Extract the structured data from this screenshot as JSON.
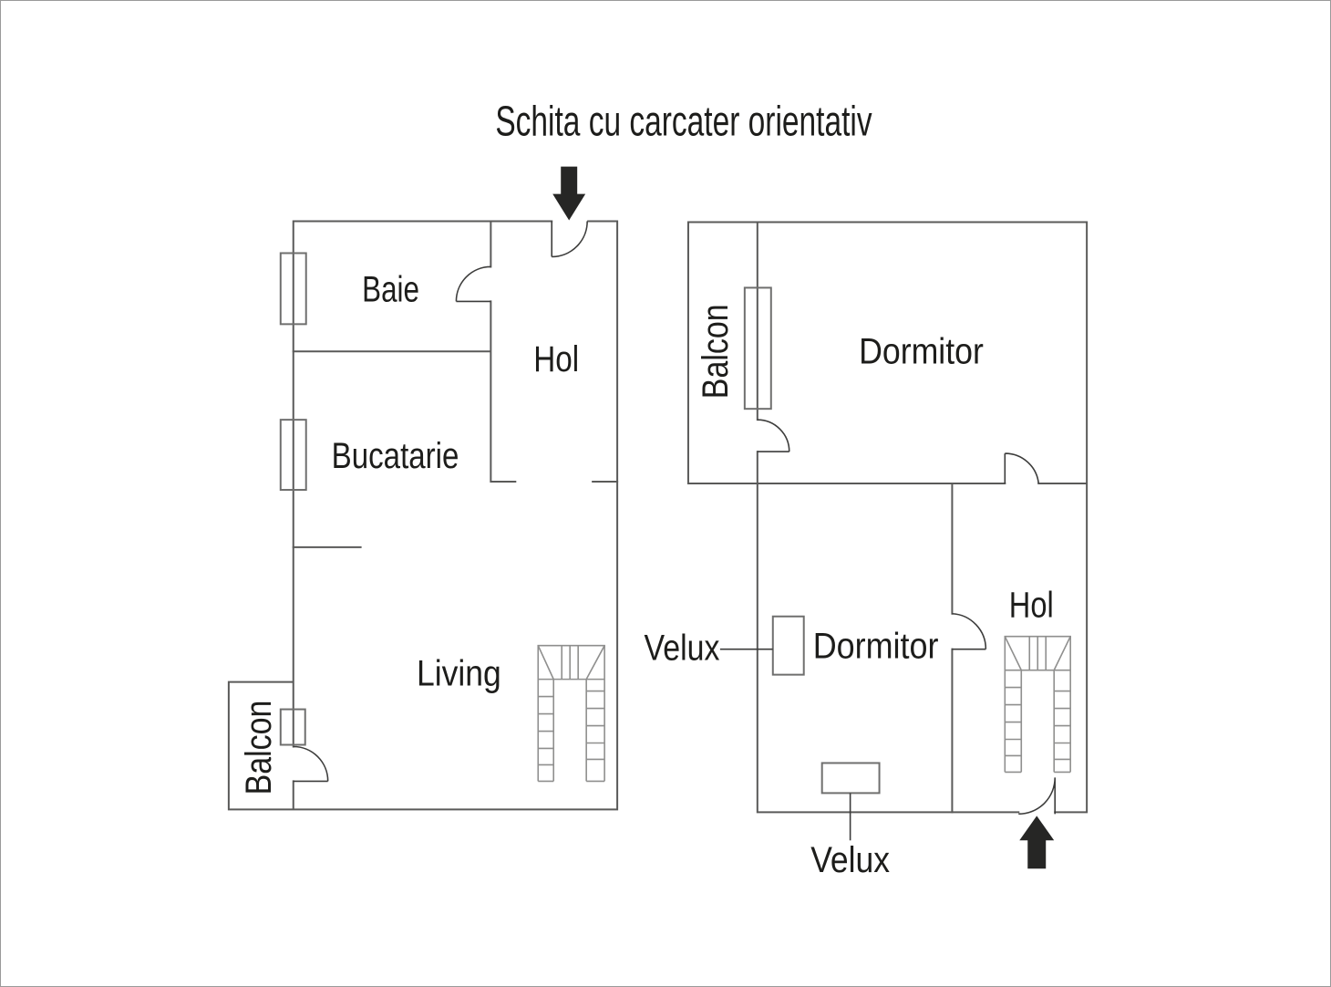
{
  "title": "Schita cu carcater orientativ",
  "ground_floor": {
    "name": "ground floor plan (left)",
    "rooms": [
      {
        "label": "Baie"
      },
      {
        "label": "Hol"
      },
      {
        "label": "Bucatarie"
      },
      {
        "label": "Living"
      },
      {
        "label": "Balcon"
      }
    ],
    "entry_arrow_direction": "down"
  },
  "upper_floor": {
    "name": "upper floor plan (right)",
    "rooms": [
      {
        "label": "Balcon"
      },
      {
        "label": "Dormitor"
      },
      {
        "label": "Dormitor"
      },
      {
        "label": "Hol"
      }
    ],
    "skylights": [
      {
        "label": "Velux"
      },
      {
        "label": "Velux"
      }
    ],
    "entry_arrow_direction": "up"
  },
  "colors": {
    "wall": "#5a5a59",
    "door": "#3c3c3b",
    "window": "#6f6f6e",
    "stair": "#8f8f8e",
    "text": "#1d1d1b",
    "arrow": "#262625",
    "background": "#ffffff",
    "page_border": "#9a9a9a"
  }
}
